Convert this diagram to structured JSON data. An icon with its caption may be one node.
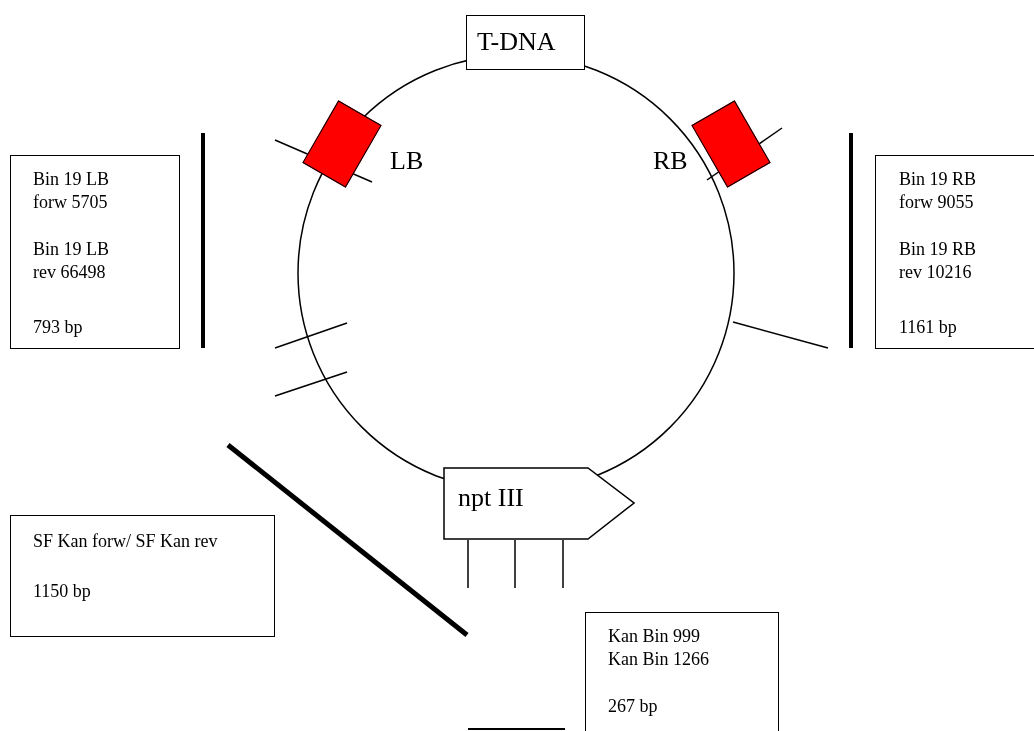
{
  "diagram": {
    "nodes": [
      {
        "text": [
          "T-DNA"
        ]
      },
      {
        "text": [],
        "shape": "box",
        "beside": [
          "LB"
        ]
      },
      {
        "text": [],
        "shape": "box",
        "beside": [
          "RB"
        ]
      },
      {
        "text": [
          "npt III"
        ]
      },
      {
        "text": [
          "Bin 19 LB forw 5705",
          "Bin 19 LB rev 66498",
          "793 bp"
        ]
      },
      {
        "text": [
          "Bin 19 RB forw 9055",
          "Bin 19 RB rev 10216",
          "1161 bp"
        ]
      },
      {
        "text": [
          "SF Kan forw/ SF Kan rev",
          "1150 bp"
        ]
      },
      {
        "text": [
          "Kan Bin 999 Kan Bin 1266",
          "267 bp"
        ]
      }
    ]
  }
}
